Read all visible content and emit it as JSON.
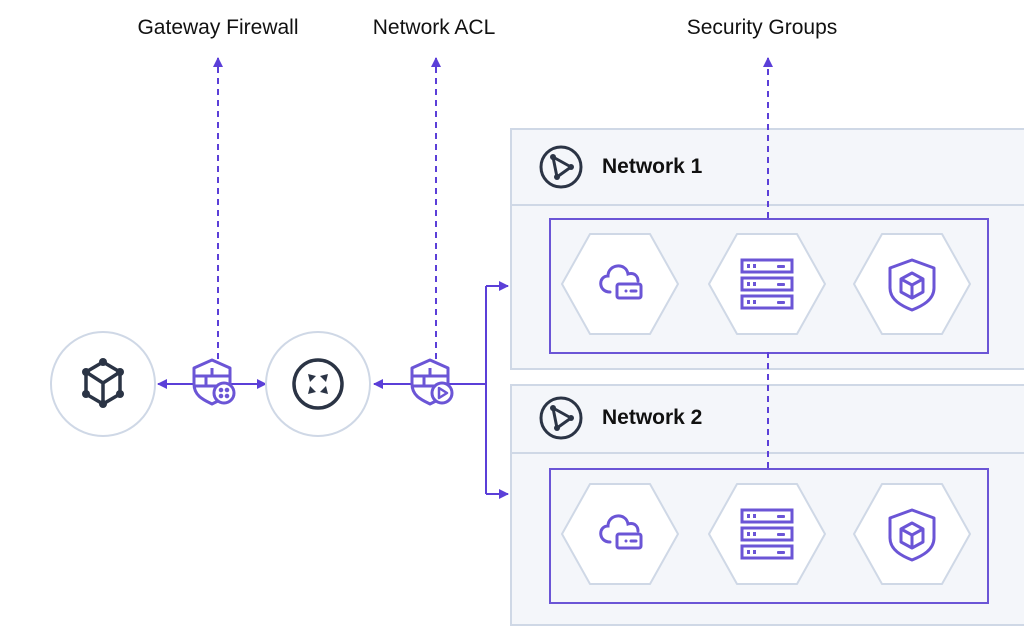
{
  "labels": {
    "gateway_firewall": "Gateway Firewall",
    "network_acl": "Network ACL",
    "security_groups": "Security Groups"
  },
  "networks": [
    {
      "title": "Network 1",
      "icon": "network-graph-icon",
      "resources": [
        "cloud-storage-icon",
        "server-rack-icon",
        "shield-cube-icon"
      ]
    },
    {
      "title": "Network 2",
      "icon": "network-graph-icon",
      "resources": [
        "cloud-storage-icon",
        "server-rack-icon",
        "shield-cube-icon"
      ]
    }
  ],
  "nodes": {
    "left": {
      "icon": "cube-network-icon"
    },
    "middle": {
      "icon": "router-icon"
    }
  },
  "colors": {
    "accent": "#5b3fd8",
    "border": "#cfd8e6",
    "panel": "#f4f6fa",
    "icon_dark": "#2b3445"
  }
}
